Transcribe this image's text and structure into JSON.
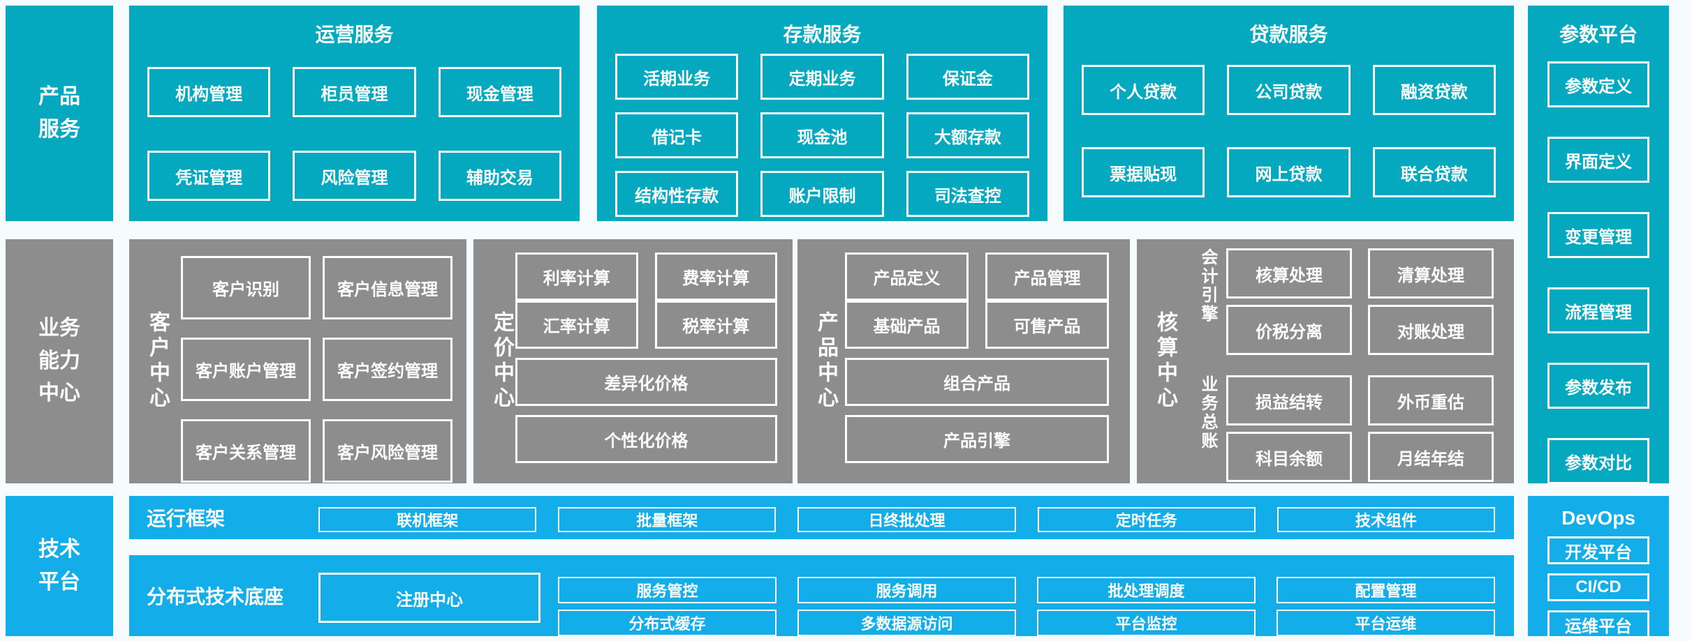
{
  "colors": {
    "teal": "#04a9c0",
    "gray": "#8d8d8d",
    "blue": "#13aee9",
    "bg": "#f6fcfd",
    "box_border": "#ffffff"
  },
  "left_labels": {
    "product": "产品服务",
    "capability": "业务能力中心",
    "tech": "技术平台"
  },
  "top_sections": [
    {
      "title": "运营服务",
      "items": [
        "机构管理",
        "柜员管理",
        "现金管理",
        "凭证管理",
        "风险管理",
        "辅助交易"
      ]
    },
    {
      "title": "存款服务",
      "items": [
        "活期业务",
        "定期业务",
        "保证金",
        "借记卡",
        "现金池",
        "大额存款",
        "结构性存款",
        "账户限制",
        "司法查控"
      ]
    },
    {
      "title": "贷款服务",
      "items": [
        "个人贷款",
        "公司贷款",
        "融资贷款",
        "票据贴现",
        "网上贷款",
        "联合贷款"
      ]
    }
  ],
  "param_platform": {
    "title": "参数平台",
    "items": [
      "参数定义",
      "界面定义",
      "变更管理",
      "流程管理",
      "参数发布",
      "参数对比"
    ]
  },
  "mid": {
    "customer": {
      "label": "客户中心",
      "items": [
        "客户识别",
        "客户信息管理",
        "客户账户管理",
        "客户签约管理",
        "客户关系管理",
        "客户风险管理"
      ]
    },
    "pricing": {
      "label": "定价中心",
      "small_items": [
        "利率计算",
        "费率计算",
        "汇率计算",
        "税率计算"
      ],
      "wide_items": [
        "差异化价格",
        "个性化价格"
      ]
    },
    "product": {
      "label": "产品中心",
      "small_items": [
        "产品定义",
        "产品管理",
        "基础产品",
        "可售产品"
      ],
      "wide_items": [
        "组合产品",
        "产品引擎"
      ]
    },
    "accounting": {
      "label": "核算中心",
      "groups": [
        {
          "label": "会计引擎",
          "items": [
            "核算处理",
            "清算处理",
            "价税分离",
            "对账处理"
          ]
        },
        {
          "label": "业务总账",
          "items": [
            "损益结转",
            "外币重估",
            "科目余额",
            "月结年结"
          ]
        }
      ]
    }
  },
  "tech": {
    "runtime": {
      "label": "运行框架",
      "items": [
        "联机框架",
        "批量框架",
        "日终批处理",
        "定时任务",
        "技术组件"
      ]
    },
    "distributed": {
      "label": "分布式技术底座",
      "registry": "注册中心",
      "items": [
        "服务管控",
        "服务调用",
        "批处理调度",
        "配置管理",
        "分布式缓存",
        "多数据源访问",
        "平台监控",
        "平台运维"
      ]
    }
  },
  "devops": {
    "title": "DevOps",
    "items": [
      "开发平台",
      "CI/CD",
      "运维平台"
    ]
  }
}
